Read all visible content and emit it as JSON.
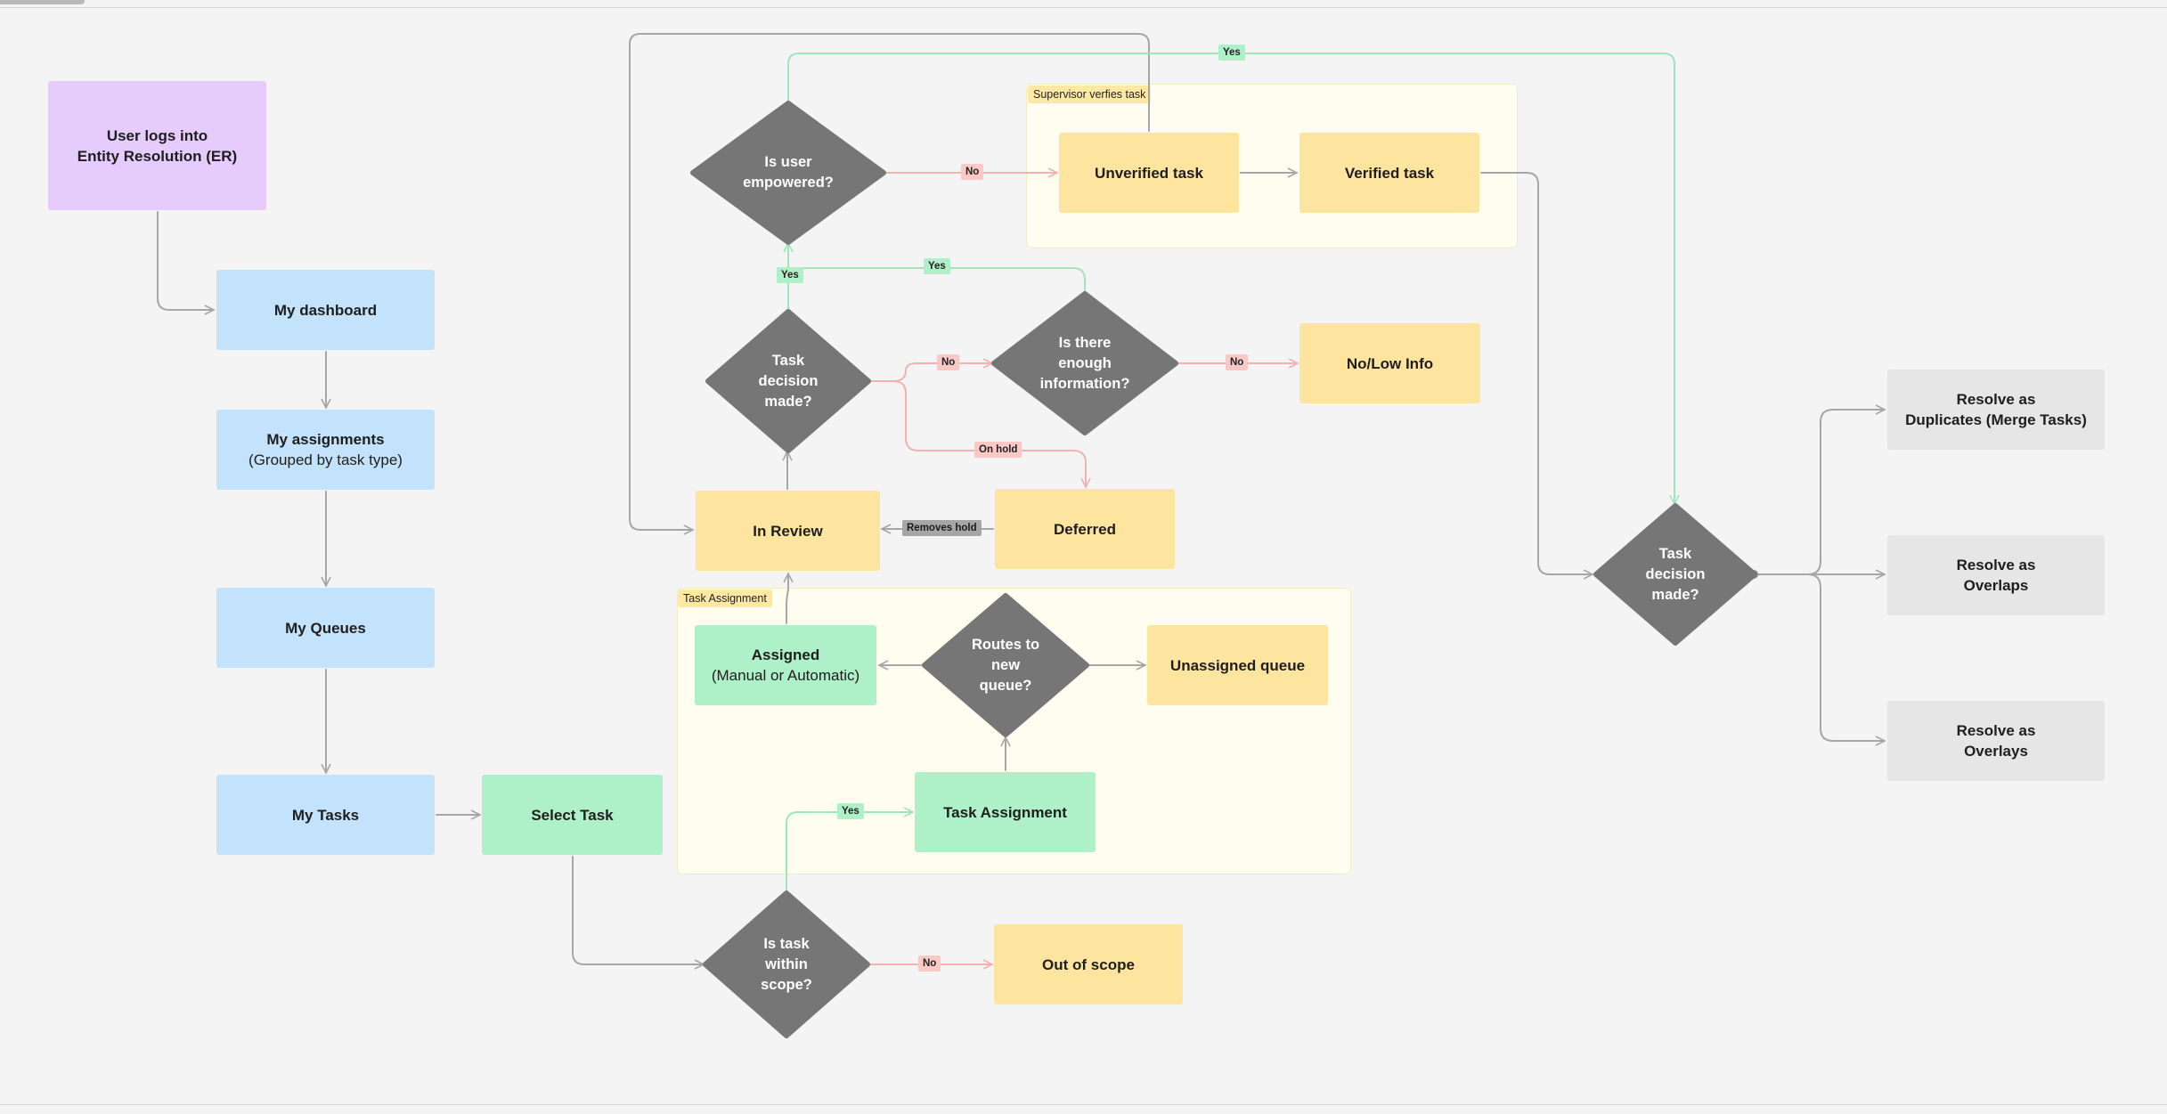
{
  "groups": {
    "supervisor": "Supervisor verfies task",
    "assignment": "Task Assignment"
  },
  "nodes": {
    "login_line1": "User  logs into",
    "login_line2": "Entity Resolution (ER)",
    "dashboard": "My dashboard",
    "assignments_title": "My assignments",
    "assignments_sub": "(Grouped by task type)",
    "queues": "My Queues",
    "tasks": "My Tasks",
    "select_task": "Select Task",
    "out_of_scope": "Out of scope",
    "task_assignment": "Task Assignment",
    "assigned_title": "Assigned",
    "assigned_sub": "(Manual or Automatic)",
    "unassigned_queue": "Unassigned queue",
    "in_review": "In Review",
    "deferred": "Deferred",
    "no_low_info": "No/Low Info",
    "unverified_task": "Unverified task",
    "verified_task": "Verified task",
    "resolve_duplicates_1": "Resolve as",
    "resolve_duplicates_2": "Duplicates (Merge Tasks)",
    "resolve_overlaps_1": "Resolve as",
    "resolve_overlaps_2": "Overlaps",
    "resolve_overlays_1": "Resolve as",
    "resolve_overlays_2": "Overlays"
  },
  "decisions": {
    "in_scope": "Is task\nwithin\nscope?",
    "routes": "Routes to\nnew\nqueue?",
    "task_decision": "Task\ndecision\nmade?",
    "enough_info": "Is there\nenough\ninformation?",
    "empowered": "Is user\nempowered?",
    "final_decision": "Task\ndecision\nmade?"
  },
  "edge_labels": {
    "scope_no": "No",
    "scope_yes": "Yes",
    "removes_hold": "Removes hold",
    "decision_no": "No",
    "on_hold": "On hold",
    "decision_yes": "Yes",
    "info_yes": "Yes",
    "info_no": "No",
    "empowered_no": "No",
    "empowered_yes": "Yes"
  },
  "colors": {
    "decision_fill": "#767676",
    "gray_line": "#a6a6a6",
    "red_line": "#f3b2ad",
    "green_line": "#9fe6bb",
    "start": "#e5ccfc",
    "view": "#c3e2fb",
    "action": "#aef0c7",
    "state": "#fee59f",
    "outcome": "#e6e6e6"
  }
}
